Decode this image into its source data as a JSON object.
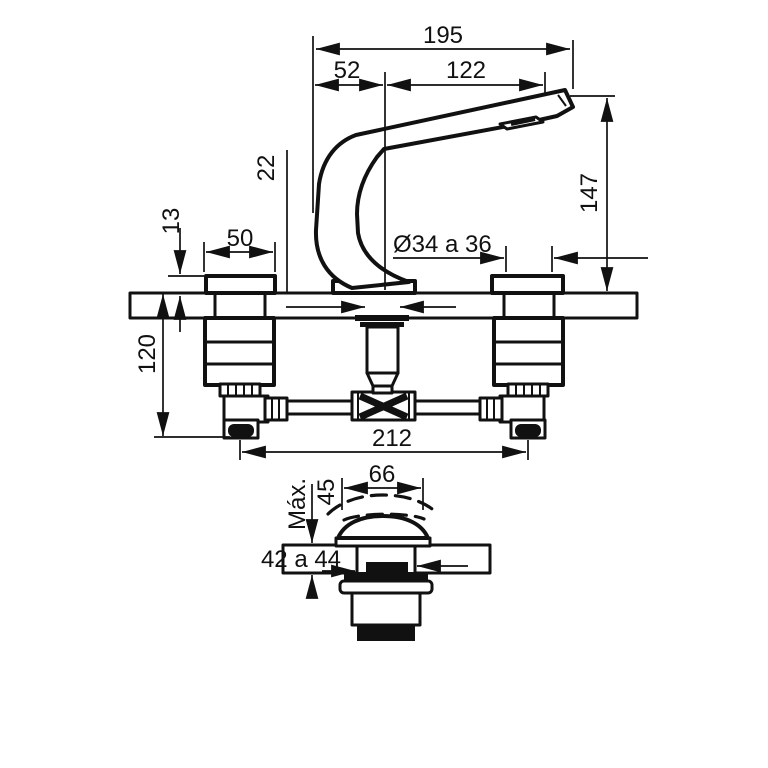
{
  "drawing": {
    "kind": "faucet-installation-technical-drawing",
    "colors": {
      "line": "#111111",
      "background": "#ffffff"
    },
    "dimensions": {
      "total_reach": "195",
      "back_to_axis": "52",
      "axis_to_outlet": "122",
      "back_offset": "22",
      "base_height": "13",
      "handle_diameter": "50",
      "hole_diameter": "Ø34 a 36",
      "spout_height": "147",
      "under_counter": "120",
      "centers_distance": "212",
      "drain_flange_diameter": "66",
      "max_label": "Máx.",
      "max_thickness": "45",
      "drain_hole_diameter": "42 a 44"
    }
  }
}
